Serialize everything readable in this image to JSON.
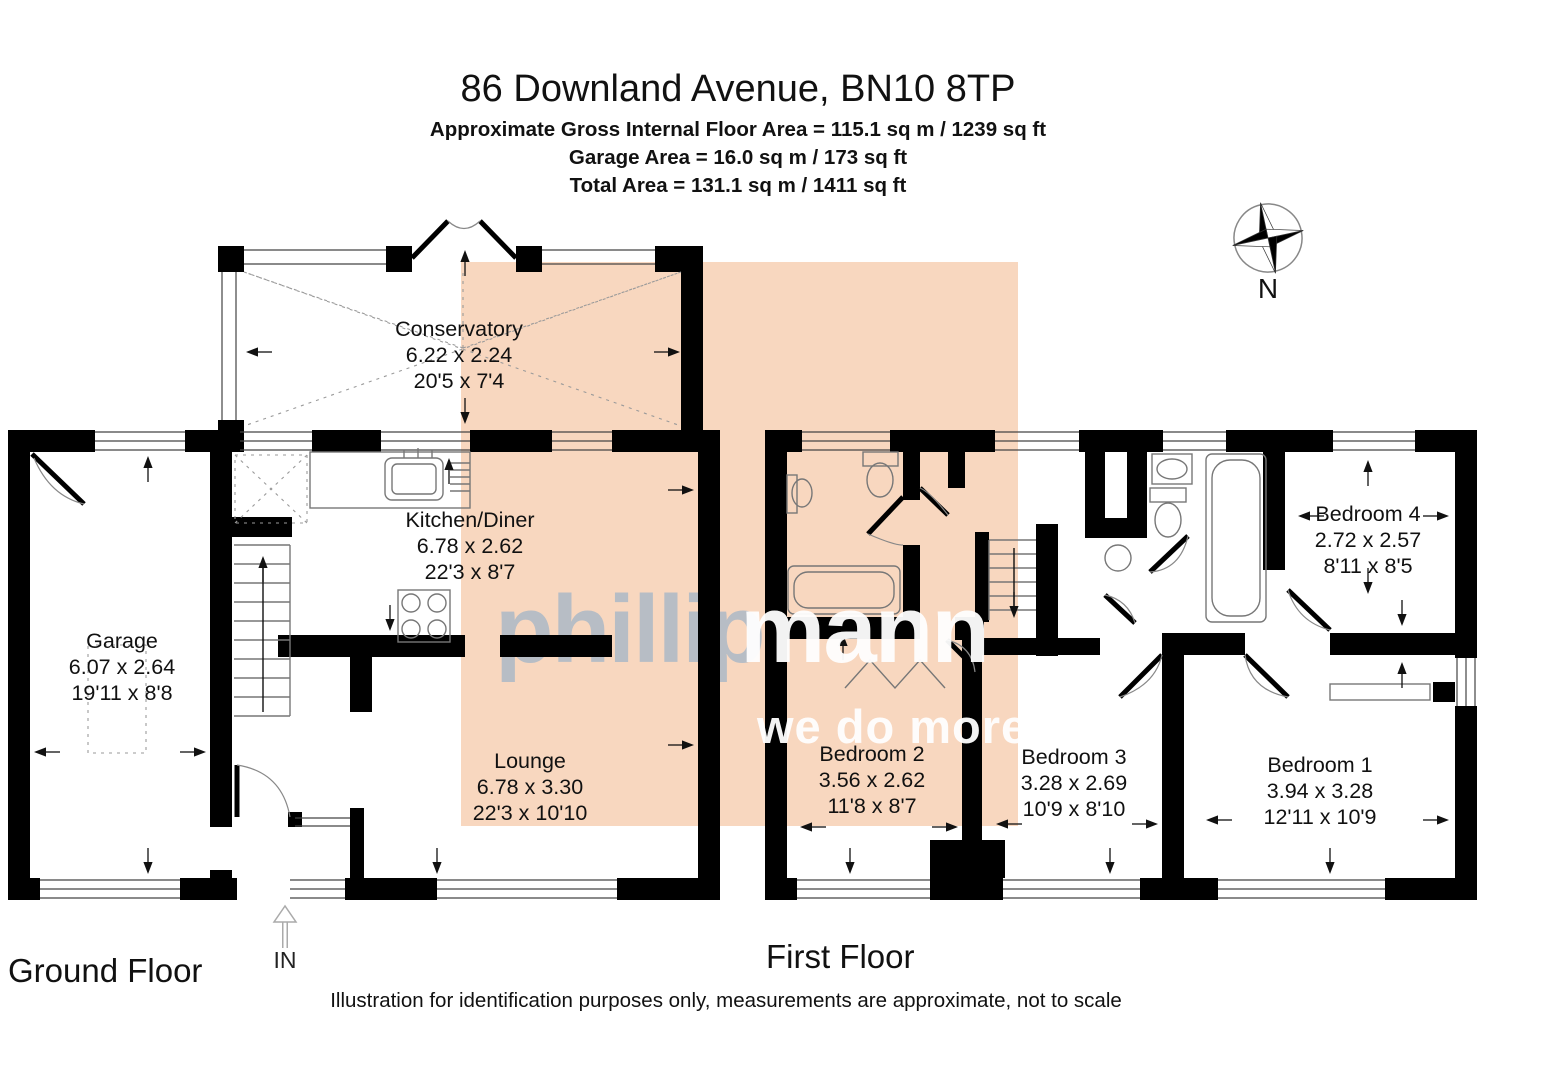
{
  "title": "86 Downland Avenue, BN10 8TP",
  "area_lines": {
    "gross": "Approximate Gross Internal Floor Area = 115.1 sq m / 1239 sq ft",
    "garage": "Garage  Area = 16.0 sq m / 173 sq ft",
    "total": "Total Area = 131.1 sq m / 1411 sq ft"
  },
  "floors": {
    "ground": "Ground Floor",
    "first": "First Floor"
  },
  "entrance_label": "IN",
  "compass_label": "N",
  "watermark": {
    "brand_gray": "phillip",
    "brand_white": "mann",
    "tagline": "we do more"
  },
  "disclaimer": "Illustration for identification purposes only, measurements are approximate, not to scale",
  "rooms": {
    "conservatory": {
      "name": "Conservatory",
      "metric": "6.22 x 2.24",
      "imperial": "20'5 x 7'4"
    },
    "kitchen": {
      "name": "Kitchen/Diner",
      "metric": "6.78 x 2.62",
      "imperial": "22'3 x 8'7"
    },
    "garage": {
      "name": "Garage",
      "metric": "6.07 x 2.64",
      "imperial": "19'11 x 8'8"
    },
    "lounge": {
      "name": "Lounge",
      "metric": "6.78 x 3.30",
      "imperial": "22'3 x 10'10"
    },
    "bedroom2": {
      "name": "Bedroom 2",
      "metric": "3.56 x 2.62",
      "imperial": "11'8 x 8'7"
    },
    "bedroom3": {
      "name": "Bedroom 3",
      "metric": "3.28 x 2.69",
      "imperial": "10'9 x 8'10"
    },
    "bedroom4": {
      "name": "Bedroom 4",
      "metric": "2.72 x 2.57",
      "imperial": "8'11 x 8'5"
    },
    "bedroom1": {
      "name": "Bedroom 1",
      "metric": "3.94 x 3.28",
      "imperial": "12'11 x 10'9"
    }
  },
  "colors": {
    "highlight": "#f8d7bf",
    "wall": "#000000",
    "watermark_gray": "#b7bdc5"
  }
}
